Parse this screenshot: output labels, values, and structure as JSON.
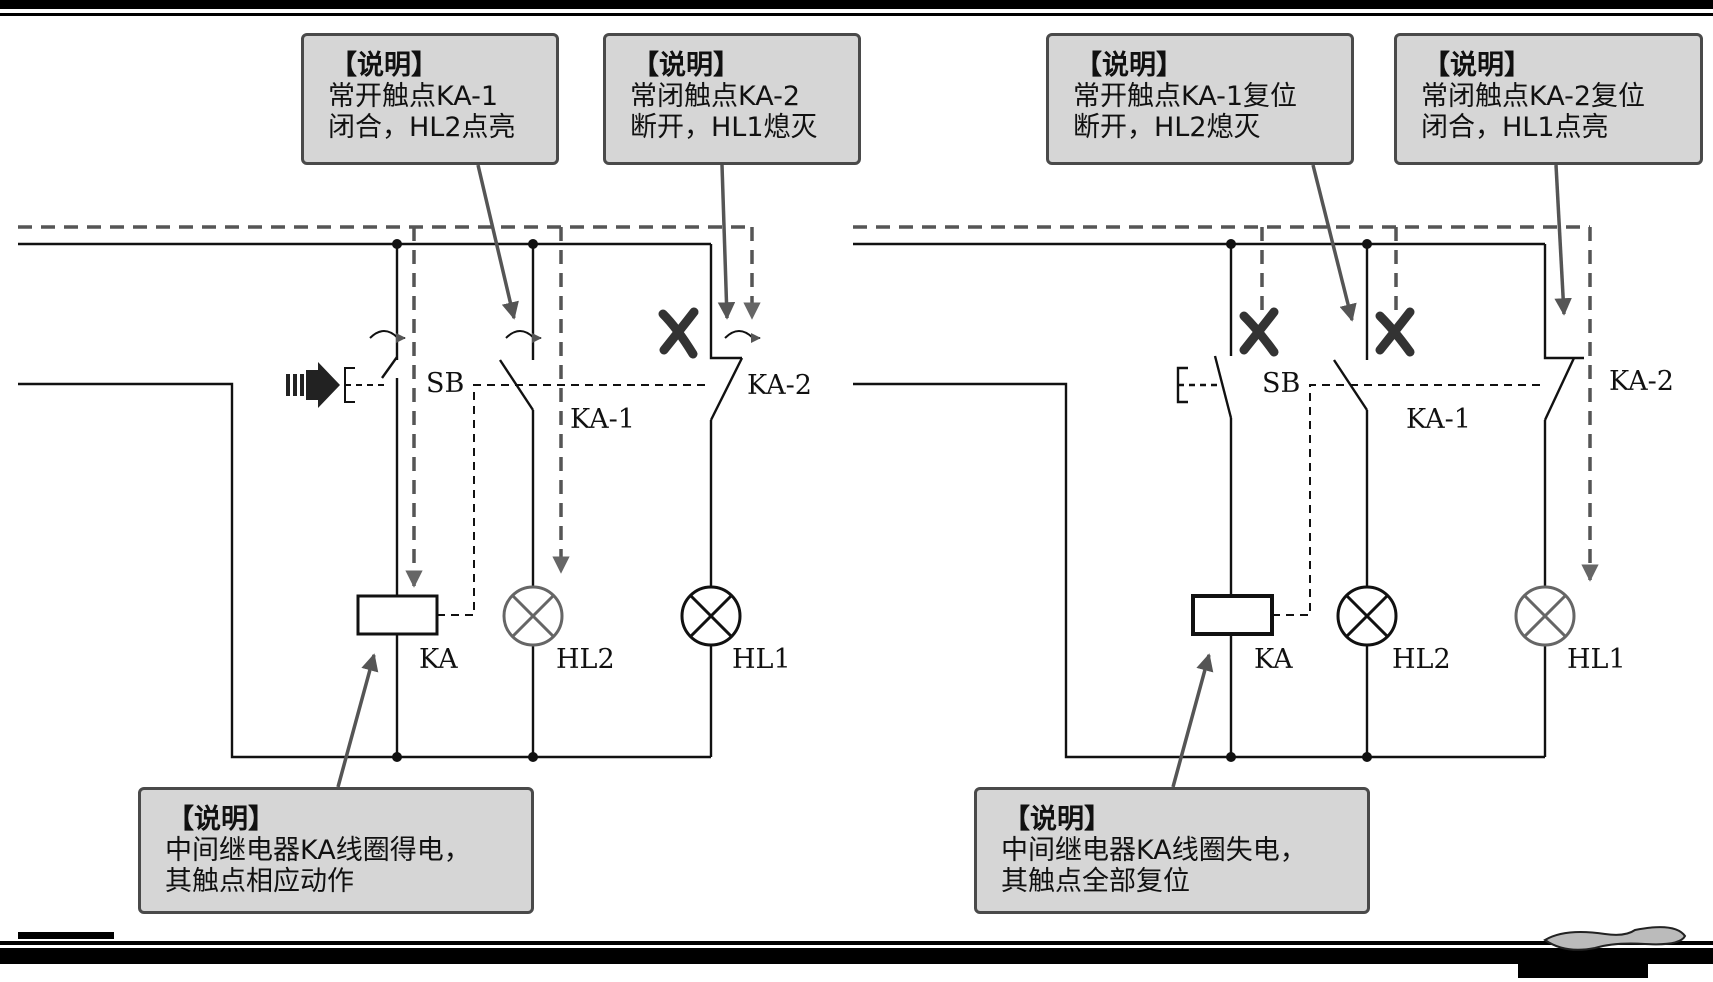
{
  "notes": {
    "left_ka1": {
      "title": "【说明】",
      "line1": "常开触点KA-1",
      "line2": "闭合，HL2点亮"
    },
    "left_ka2": {
      "title": "【说明】",
      "line1": "常闭触点KA-2",
      "line2": "断开，HL1熄灭"
    },
    "left_coil": {
      "title": "【说明】",
      "line1": "中间继电器KA线圈得电，",
      "line2": "其触点相应动作"
    },
    "right_ka1": {
      "title": "【说明】",
      "line1": "常开触点KA-1复位",
      "line2": "断开，HL2熄灭"
    },
    "right_ka2": {
      "title": "【说明】",
      "line1": "常闭触点KA-2复位",
      "line2": "闭合，HL1点亮"
    },
    "right_coil": {
      "title": "【说明】",
      "line1": "中间继电器KA线圈失电，",
      "line2": "其触点全部复位"
    }
  },
  "labels": {
    "sb": "SB",
    "ka1": "KA-1",
    "ka2": "KA-2",
    "ka": "KA",
    "hl2": "HL2",
    "hl1": "HL1"
  },
  "colors": {
    "wire": "#111111",
    "note_fill": "#d6d6d6",
    "note_border": "#4a4a4a",
    "arrow": "#555555"
  },
  "icons": [
    "push-arrow-icon",
    "contact-broken-icon"
  ]
}
